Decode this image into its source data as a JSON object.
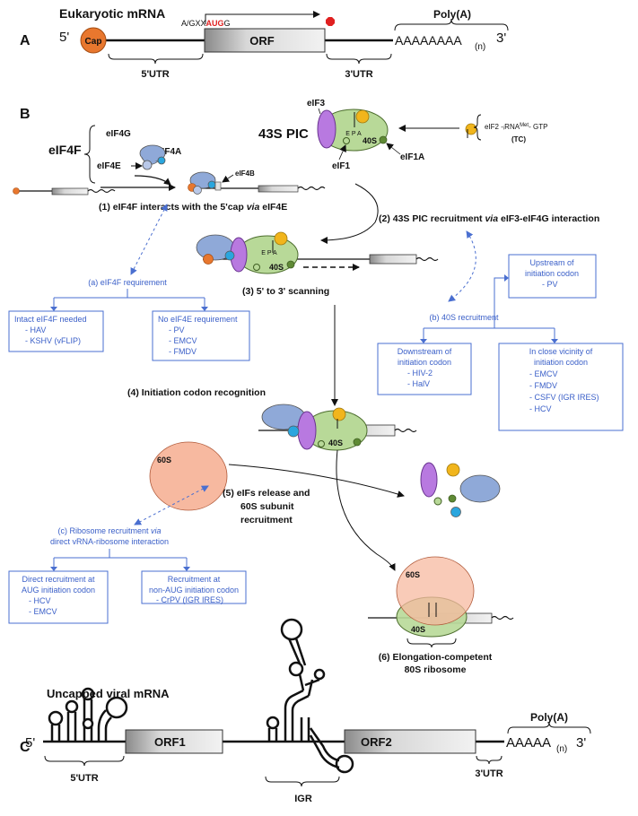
{
  "colors": {
    "cap": "#e8772e",
    "orf_fill": "#e2e2e2",
    "small_subunit": "#b8d998",
    "large_subunit": "#f7b9a0",
    "eif4g": "#8fa9d8",
    "eif3": "#b879e0",
    "trna": "#f1b51c",
    "eif4e": "#2aa6de",
    "eif1": "#5f8a35",
    "stop_codon": "#e02020",
    "annotation_blue": "#3a5fc8"
  },
  "panel_a": {
    "label": "A",
    "title": "Eukaryotic mRNA",
    "five_prime": "5'",
    "three_prime": "3'",
    "cap": "Cap",
    "kozak_prefix": "A/GXX",
    "kozak_start": "AUG",
    "kozak_suffix": "G",
    "orf": "ORF",
    "utr5": "5'UTR",
    "utr3": "3'UTR",
    "polya_title": "Poly(A)",
    "polya_seq": "AAAAAAAA",
    "polya_n": "(n)"
  },
  "panel_b": {
    "label": "B",
    "eif4f": "eIF4F",
    "eif4g": "eIF4G",
    "eif4a": "eIF4A",
    "eif4e": "eIF4E",
    "eif4b": "eIF4B",
    "pic_title": "43S PIC",
    "eif3": "eIF3",
    "eif1": "eIF1",
    "eif1a": "eIF1A",
    "sub40s": "40S",
    "sub60s": "60S",
    "sites": "E P A",
    "tc_main": "eIF2 -",
    "tc_trna": "ᵢRNA",
    "tc_met": "Met",
    "tc_gtp": "- GTP",
    "tc_label": "(TC)",
    "step1": "(1) eIF4F interacts with the 5'cap ",
    "step1_via": "via",
    "step1_end": " eIF4E",
    "step2": "(2) 43S PIC recruitment ",
    "step2_via": "via",
    "step2_end": " eIF3-eIF4G interaction",
    "step3": "(3) 5' to 3' scanning",
    "step4": "(4) Initiation codon recognition",
    "step5_a": "(5) eIFs release and",
    "step5_b": "60S subunit",
    "step5_c": "recruitment",
    "step6_a": "(6) Elongation-competent",
    "step6_b": "80S ribosome",
    "req_a": "(a) eIF4F requirement",
    "box_intact_title": "Intact eIF4F needed",
    "box_intact_items": [
      "- HAV",
      "- KSHV (vFLIP)"
    ],
    "box_noeif4e_title": "No eIF4E requirement",
    "box_noeif4e_items": [
      "- PV",
      "- EMCV",
      "- FMDV"
    ],
    "req_b": "(b) 40S recruitment",
    "box_upstream_title": [
      "Upstream of",
      "initiation codon"
    ],
    "box_upstream_items": [
      "- PV"
    ],
    "box_downstream_title": [
      "Downstream of",
      "initiation codon"
    ],
    "box_downstream_items": [
      "- HIV-2",
      "- HalV"
    ],
    "box_vicinity_title": [
      "In close vicinity of",
      "initiation codon"
    ],
    "box_vicinity_items": [
      "- EMCV",
      "- FMDV",
      "- CSFV (IGR IRES)",
      "- HCV"
    ],
    "req_c_a": "(c) Ribosome recruitment ",
    "req_c_via": "via",
    "req_c_b": "direct vRNA-ribosome interaction",
    "box_aug_title": [
      "Direct recruitment at",
      "AUG initiation codon"
    ],
    "box_aug_items": [
      "- HCV",
      "- EMCV"
    ],
    "box_nonaug_title": [
      "Recruitment at",
      "non-AUG initiation codon"
    ],
    "box_nonaug_items": [
      "- CrPV (IGR IRES)"
    ]
  },
  "panel_c": {
    "label": "C",
    "title": "Uncapped viral mRNA",
    "five_prime": "5'",
    "three_prime": "3'",
    "orf1": "ORF1",
    "orf2": "ORF2",
    "utr5": "5'UTR",
    "igr": "IGR",
    "utr3": "3'UTR",
    "polya_title": "Poly(A)",
    "polya_seq": "AAAAA",
    "polya_n": "(n)"
  }
}
